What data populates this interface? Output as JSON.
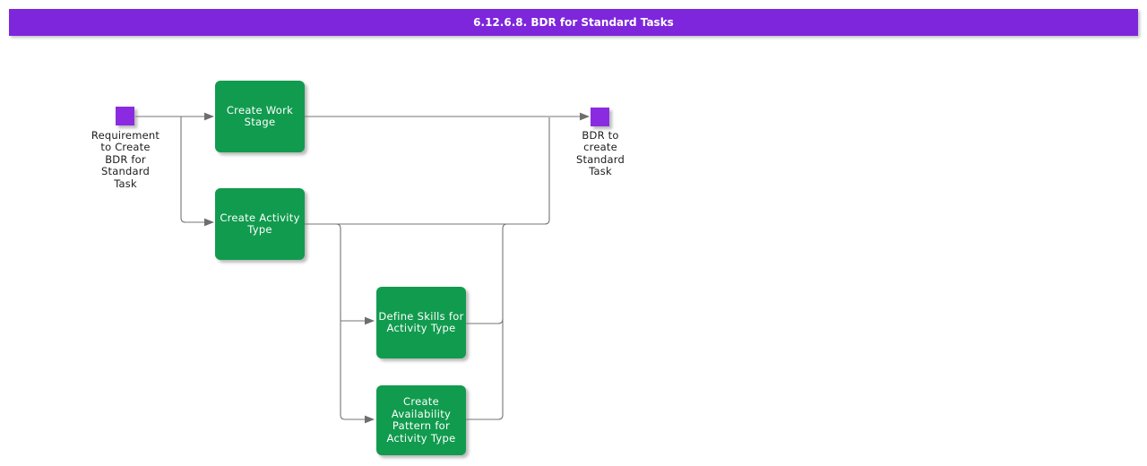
{
  "title": {
    "text": "6.12.6.8. BDR for Standard Tasks"
  },
  "colors": {
    "title_bg": "#7e26db",
    "activity_fill": "#119b4e",
    "node_fill": "#8a2be2",
    "connector": "#757575",
    "title_text": "#ffffff",
    "activity_text": "#ffffff",
    "label_text": "#1c1c1c"
  },
  "start_node": {
    "label": [
      "Requirement",
      "to Create",
      "BDR for",
      "Standard",
      "Task"
    ]
  },
  "end_node": {
    "label": [
      "BDR to",
      "create",
      "Standard",
      "Task"
    ]
  },
  "activities": [
    {
      "id": "create-work-stage",
      "label": [
        "Create Work",
        "Stage"
      ]
    },
    {
      "id": "create-activity-type",
      "label": [
        "Create Activity",
        "Type"
      ]
    },
    {
      "id": "define-skills-for-activity-type",
      "label": [
        "Define Skills for",
        "Activity Type"
      ]
    },
    {
      "id": "create-availability-pattern",
      "label": [
        "Create",
        "Availability",
        "Pattern for",
        "Activity Type"
      ]
    }
  ]
}
